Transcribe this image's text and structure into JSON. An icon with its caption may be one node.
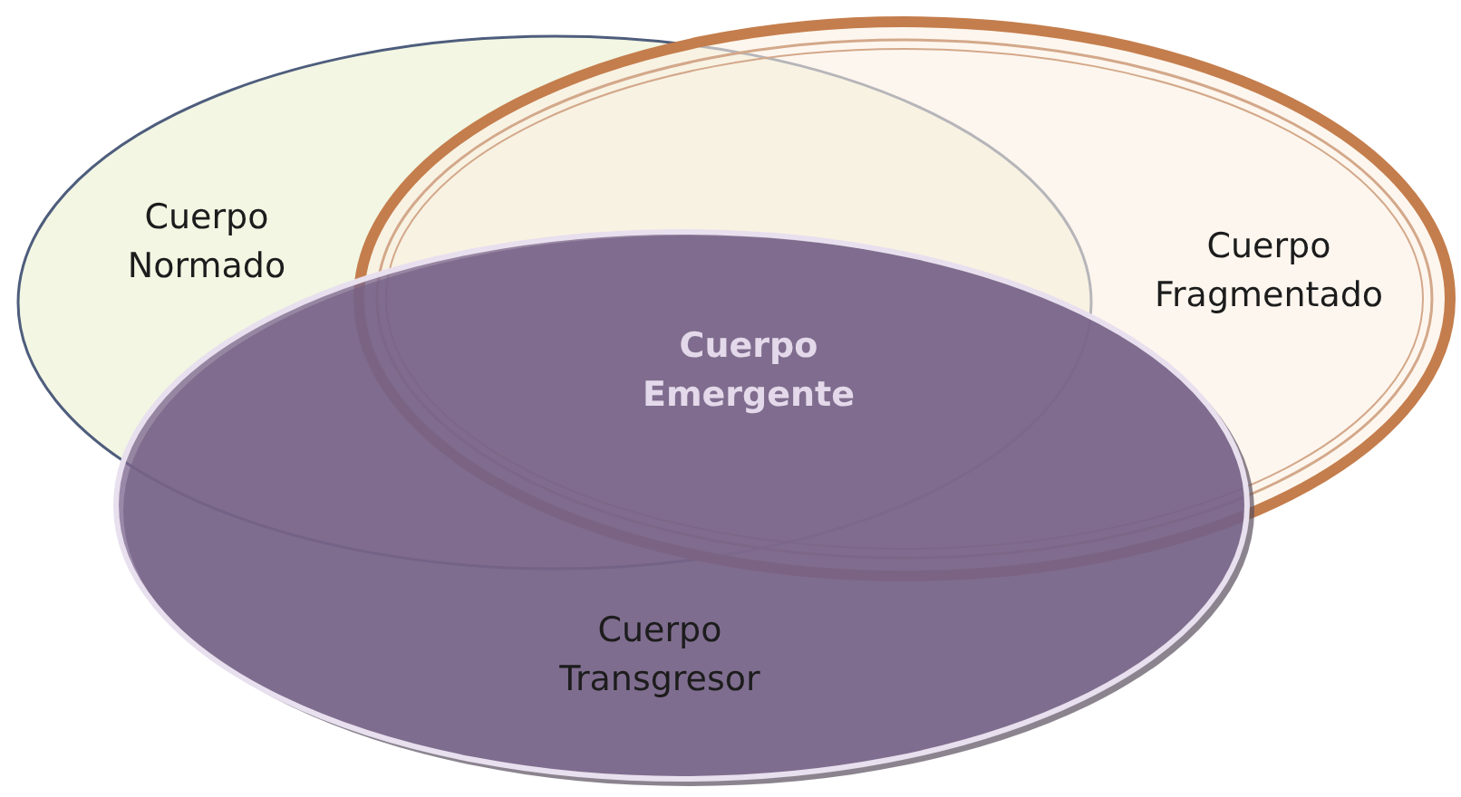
{
  "diagram": {
    "nodes": [
      {
        "text": [
          "Cuerpo Normado"
        ]
      },
      {
        "text": [
          "Cuerpo Fragmentado"
        ]
      },
      {
        "text": [
          "Cuerpo Transgresor"
        ]
      }
    ],
    "labels": [
      "Cuerpo Emergente"
    ]
  }
}
